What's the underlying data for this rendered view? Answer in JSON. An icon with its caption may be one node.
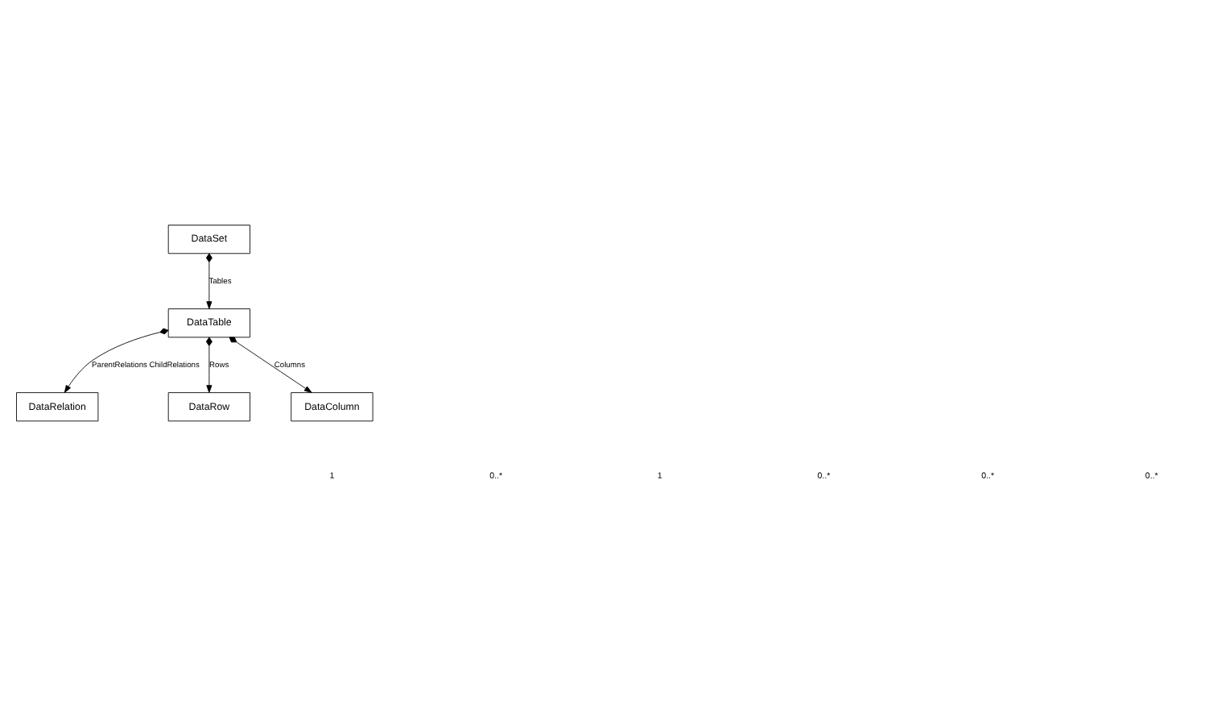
{
  "diagram": {
    "nodes": [
      {
        "text": [
          "DataSet"
        ]
      },
      {
        "text": [
          "DataTable"
        ]
      },
      {
        "text": [
          "DataRelation"
        ]
      },
      {
        "text": [
          "DataRow"
        ]
      },
      {
        "text": [
          "DataColumn"
        ]
      }
    ],
    "edges": [
      {
        "from": 0,
        "to": 1,
        "arrow": "to",
        "label": "Tables"
      },
      {
        "from": 1,
        "to": 2,
        "arrow": "to",
        "label": "ParentRelations ChildRelations"
      },
      {
        "from": 1,
        "to": 3,
        "arrow": "to",
        "label": "Rows"
      },
      {
        "from": 1,
        "to": 4,
        "arrow": "to",
        "label": "Columns"
      }
    ],
    "labels": [
      "1",
      "0..*",
      "1",
      "0..*",
      "0..*",
      "0..*"
    ]
  }
}
